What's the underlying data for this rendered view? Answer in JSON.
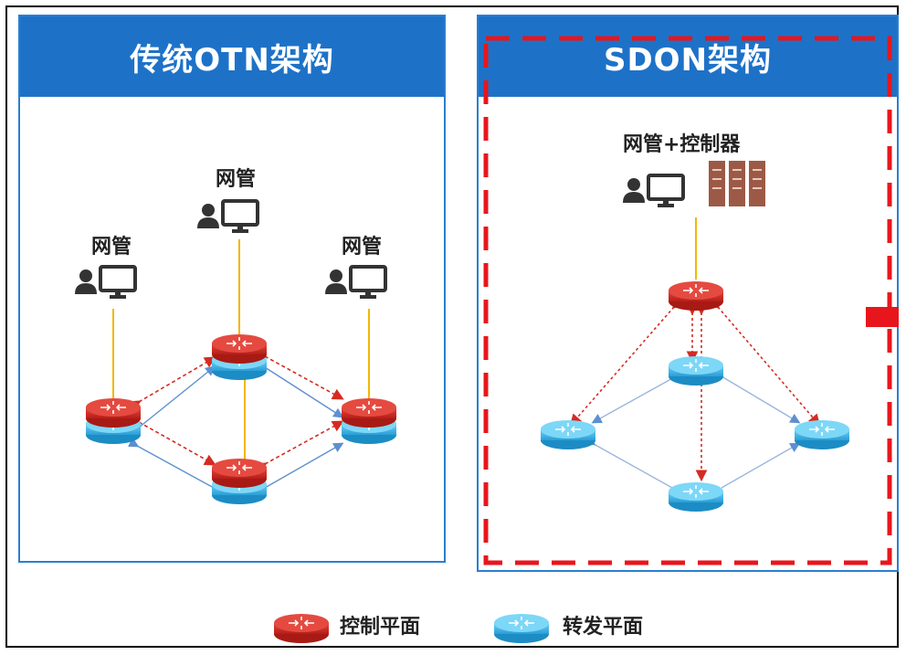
{
  "panels": {
    "left": {
      "title": "传统OTN架构",
      "mgmt_labels": [
        "网管",
        "网管",
        "网管"
      ]
    },
    "right": {
      "title": "SDON架构",
      "mgmt_label": "网管+控制器"
    }
  },
  "legend": {
    "control_label": "控制平面",
    "forward_label": "转发平面"
  },
  "colors": {
    "header_blue": "#1d72c8",
    "control_red": "#d42b22",
    "forward_cyan": "#3fb6e8",
    "mgmt_line": "#f2b705",
    "dashed_box": "#e8161c",
    "server_brown": "#9c5a46"
  }
}
